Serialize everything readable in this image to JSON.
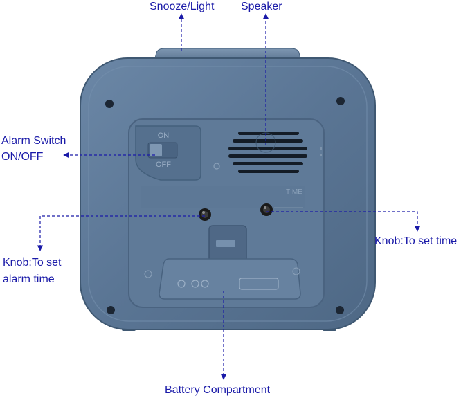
{
  "callouts": {
    "snooze_light": "Snooze/Light",
    "speaker": "Speaker",
    "alarm_switch_line1": "Alarm Switch",
    "alarm_switch_line2": "ON/OFF",
    "knob_alarm_line1": "Knob:To set",
    "knob_alarm_line2": "alarm time",
    "knob_time": "Knob:To set time",
    "battery_compartment": "Battery Compartment"
  },
  "device_markings": {
    "switch_on": "ON",
    "switch_off": "OFF",
    "time_mark": "TIME"
  },
  "colors": {
    "label_text": "#1a1aa8",
    "arrow": "#1a1aa8",
    "body": "#5a7594",
    "body_dark": "#3f5872",
    "body_light": "#7690ad",
    "panel": "#627d9b"
  }
}
